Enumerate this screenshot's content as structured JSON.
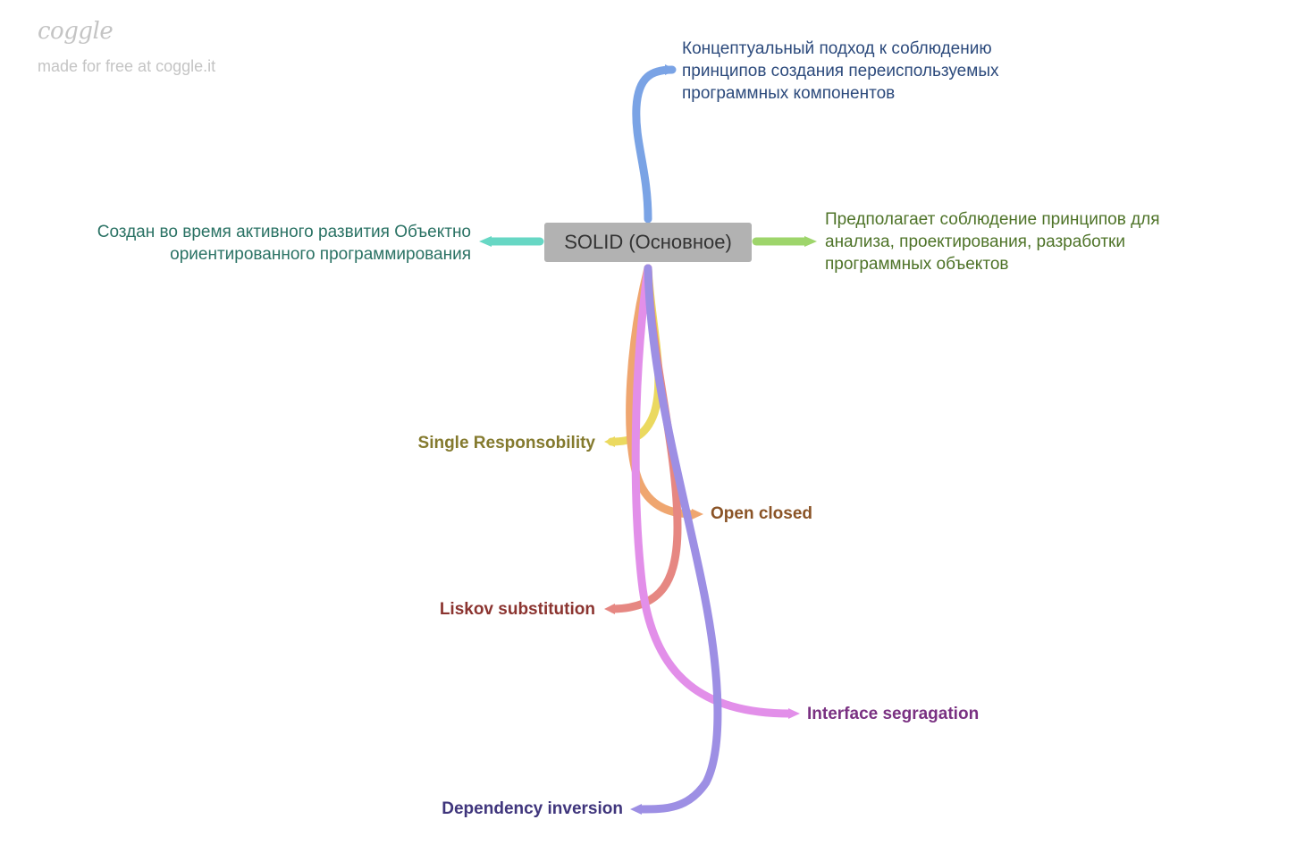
{
  "watermark": {
    "logo": "coggle",
    "tagline": "made for free at coggle.it"
  },
  "root": {
    "label": "SOLID (Основное)",
    "color": "#b2b2b2"
  },
  "branches": {
    "concept": {
      "lines": [
        "Концептуальный подход к соблюдению",
        "принципов создания переиспользуемых",
        "программных компонентов"
      ],
      "color": "#7aa3e5",
      "text_color": "#2c4a7c"
    },
    "created": {
      "lines": [
        "Создан во время активного развития Объектно",
        "ориентированного программирования"
      ],
      "color": "#67d7c4",
      "text_color": "#2a7264"
    },
    "assumes": {
      "lines": [
        "Предполагает соблюдение принципов для",
        "анализа, проектирования, разработки",
        "программных объектов"
      ],
      "color": "#9ed56b",
      "text_color": "#4e7328"
    },
    "single": {
      "label": "Single Responsobility",
      "color": "#ebd95f",
      "text_color": "#847a2e"
    },
    "open": {
      "label": "Open closed",
      "color": "#efa670",
      "text_color": "#8a5326"
    },
    "liskov": {
      "label": "Liskov substitution",
      "color": "#e68782",
      "text_color": "#8b3430"
    },
    "interface": {
      "label": "Interface segragation",
      "color": "#e28fe9",
      "text_color": "#7a3182"
    },
    "dependency": {
      "label": "Dependency inversion",
      "color": "#9d8fe4",
      "text_color": "#3f357c"
    }
  }
}
